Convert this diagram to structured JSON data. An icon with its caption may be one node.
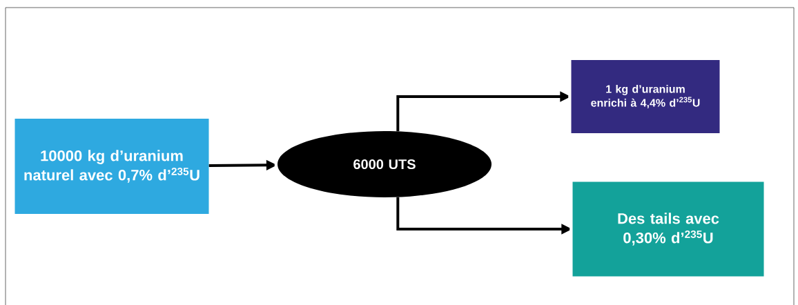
{
  "diagram": {
    "nodes": [
      {
        "text": [
          "10000 kg d’uranium naturel avec 0,7% d’$^{235}$U"
        ]
      },
      {
        "text": [
          "6000 UTS"
        ]
      },
      {
        "text": [
          "1 kg d’uranium enrichi à 4,4% d’$^{235}$U"
        ]
      },
      {
        "text": [
          "Des tails avec 0,30% d’$^{235}$U"
        ]
      }
    ],
    "edges": [
      {
        "from": 0,
        "to": 1,
        "arrow": "to"
      },
      {
        "from": 1,
        "to": 2,
        "arrow": "to"
      },
      {
        "from": 1,
        "to": 3,
        "arrow": "to"
      }
    ]
  }
}
